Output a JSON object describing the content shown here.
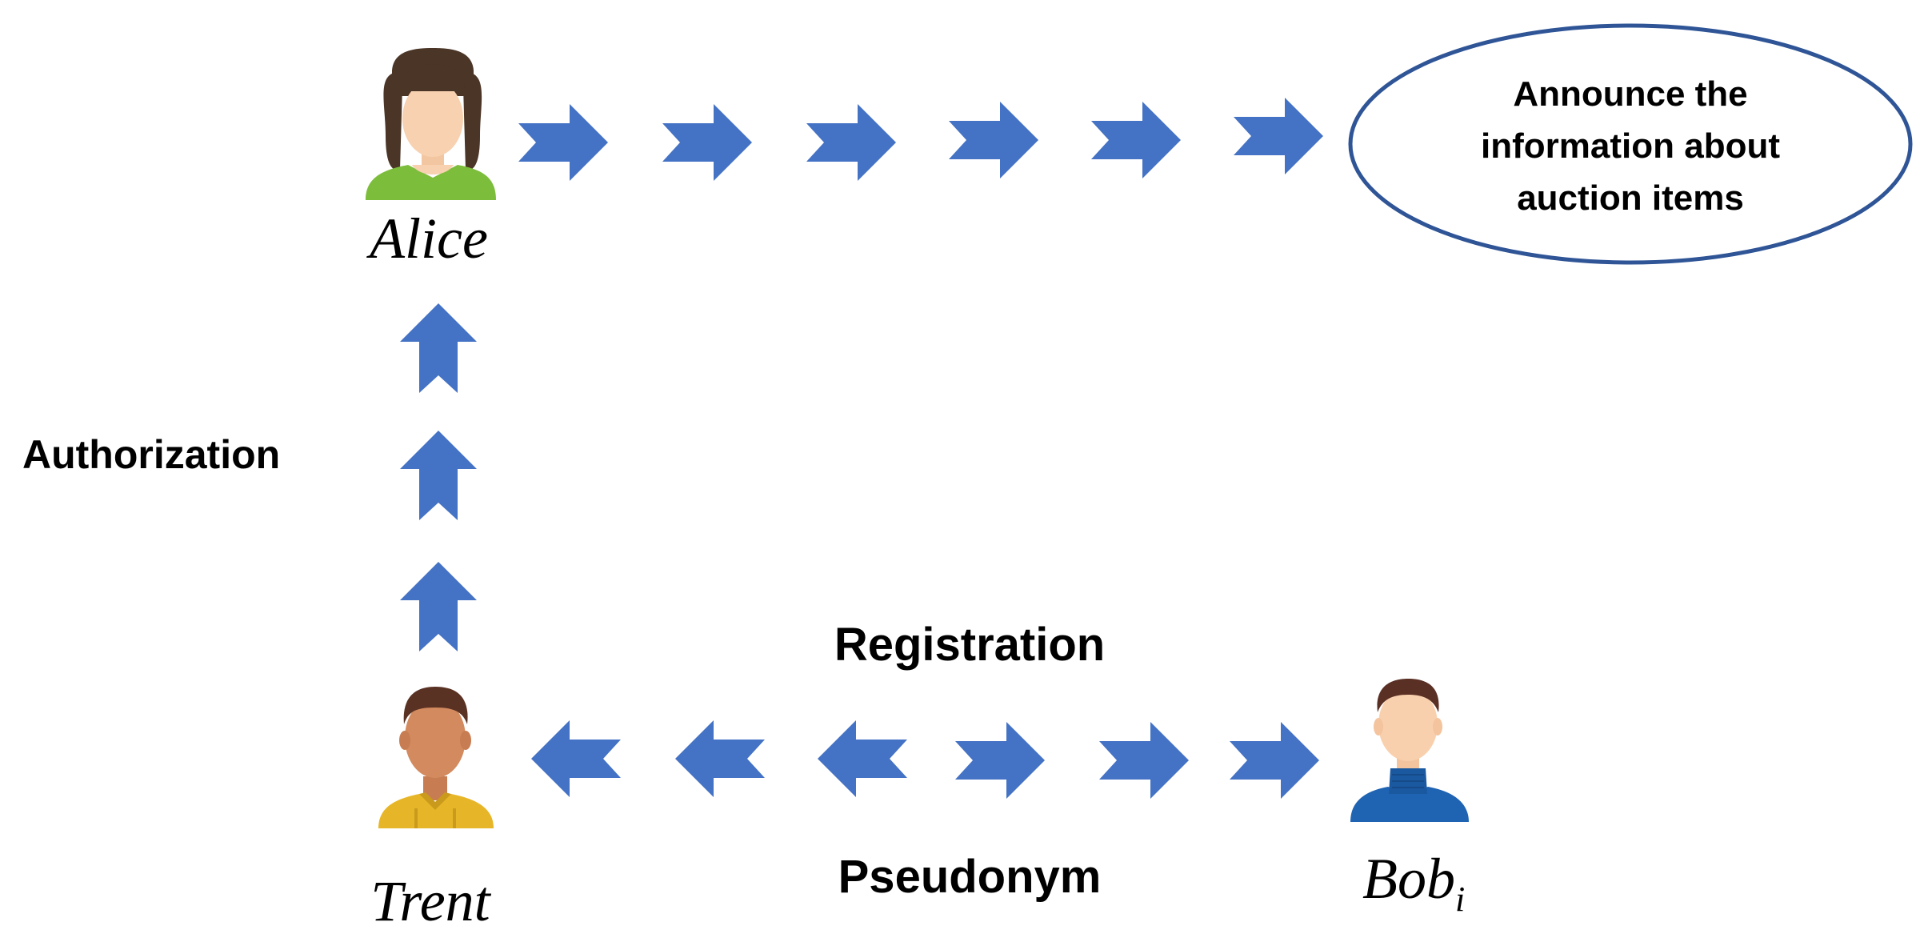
{
  "colors": {
    "arrow": "#4472C4",
    "ellipse_stroke": "#2F5597",
    "text": "#000000"
  },
  "actors": {
    "alice": {
      "name": "Alice",
      "icon": "woman-avatar-icon"
    },
    "trent": {
      "name": "Trent",
      "icon": "man-yellow-shirt-avatar-icon"
    },
    "bob": {
      "name": "Bob",
      "subscript": "i",
      "icon": "man-blue-sweater-avatar-icon"
    }
  },
  "announce": {
    "lines": [
      "Announce the",
      "information about",
      "auction items"
    ]
  },
  "labels": {
    "authorization": "Authorization",
    "registration": "Registration",
    "pseudonym": "Pseudonym"
  }
}
